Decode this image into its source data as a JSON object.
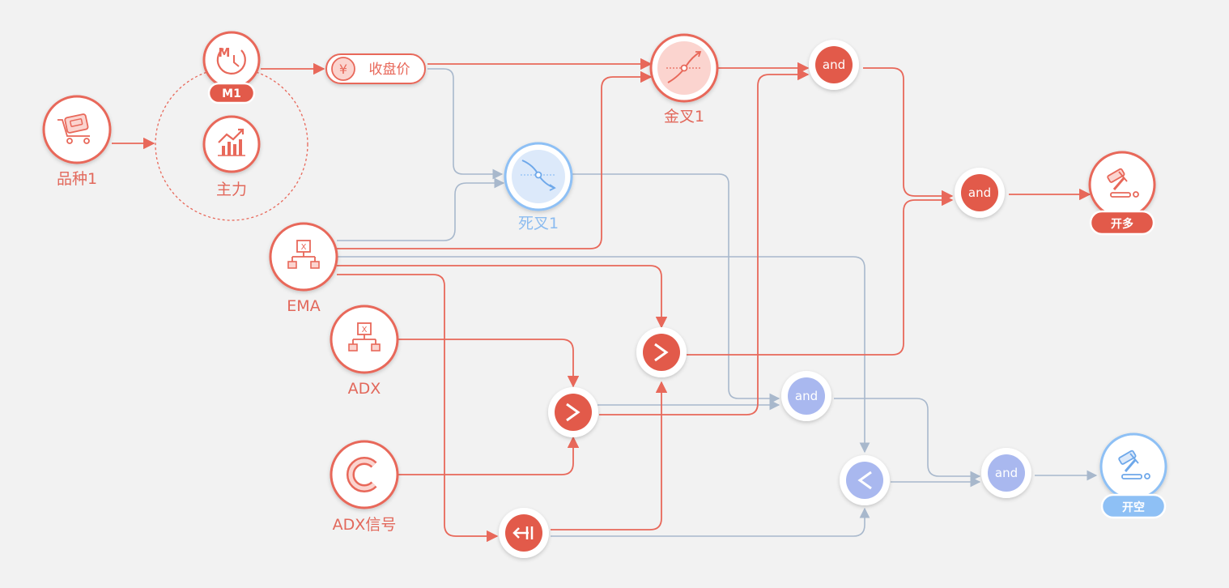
{
  "nodes": {
    "variety": {
      "label": "品种1",
      "icon": "cart-icon"
    },
    "period": {
      "badge": "M1",
      "icon": "clock-m-icon"
    },
    "main_contract": {
      "label": "主力",
      "icon": "trend-chart-icon"
    },
    "close_price": {
      "label": "收盘价",
      "icon": "yen-icon"
    },
    "golden_cross": {
      "label": "金叉1",
      "icon": "golden-cross-icon"
    },
    "death_cross": {
      "label": "死叉1",
      "icon": "death-cross-icon"
    },
    "ema": {
      "label": "EMA",
      "icon": "function-tree-icon"
    },
    "adx": {
      "label": "ADX",
      "icon": "function-tree-icon"
    },
    "adx_signal": {
      "label": "ADX信号",
      "icon": "constant-c-icon"
    },
    "gt_1": {
      "label": ">",
      "icon": "greater-than-icon"
    },
    "gt_2": {
      "label": ">",
      "icon": "greater-than-icon"
    },
    "lt_1": {
      "label": "<",
      "icon": "less-than-icon"
    },
    "ref_prev": {
      "icon": "ref-previous-icon"
    },
    "and_1": {
      "label": "and"
    },
    "and_2": {
      "label": "and"
    },
    "and_3": {
      "label": "and"
    },
    "and_4": {
      "label": "and"
    },
    "open_long": {
      "badge": "开多",
      "icon": "gavel-icon"
    },
    "open_short": {
      "badge": "开空",
      "icon": "gavel-icon"
    }
  },
  "colors": {
    "red": "#e8685a",
    "red_fill": "#e25a4a",
    "red_light": "#fbd4cf",
    "blue": "#8ec0f5",
    "blue_fill": "#a9b8ef",
    "blue_light": "#dce9fa",
    "gray_line": "#a8b8cc",
    "background": "#f2f2f2"
  }
}
